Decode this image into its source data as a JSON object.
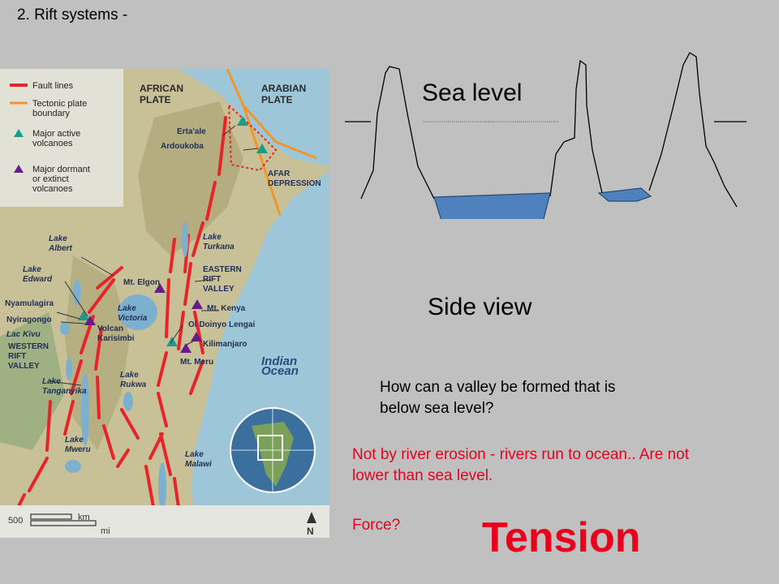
{
  "slide": {
    "title": "2. Rift systems -"
  },
  "map": {
    "legend": [
      {
        "label": "Fault lines",
        "color": "#e8232a",
        "icon": "red-line-swatch"
      },
      {
        "label": "Tectonic plate\nboundary",
        "color": "#f2962b",
        "icon": "orange-line-swatch"
      },
      {
        "label": "Major active\nvolcanoes",
        "color": "#1a9b8b",
        "icon": "teal-triangle-icon"
      },
      {
        "label": "Major dormant\nor extinct\nvolcanoes",
        "color": "#6a1a8a",
        "icon": "purple-triangle-icon"
      }
    ],
    "plates": {
      "african": "AFRICAN\nPLATE",
      "arabian": "ARABIAN\nPLATE"
    },
    "places": {
      "erta_ale": "Erta'ale",
      "ardoukoba": "Ardoukoba",
      "afar": "AFAR\nDEPRESSION",
      "lake_albert": "Lake\nAlbert",
      "lake_turkana": "Lake\nTurkana",
      "lake_edward": "Lake\nEdward",
      "eastern_rift": "EASTERN\nRIFT\nVALLEY",
      "mt_elgon": "Mt. Elgon",
      "nyamulagira": "Nyamulagira",
      "nyiragongo": "Nyiragongo",
      "lac_kivu": "Lac Kivu",
      "lake_victoria": "Lake\nVictoria",
      "volcan_karisimbi": "Volcan\nKarisimbi",
      "mt_kenya": "Mt. Kenya",
      "ol_doinyo": "Ol Doinyo Lengai",
      "kilimanjaro": "Kilimanjaro",
      "mt_meru": "Mt. Meru",
      "western_rift": "WESTERN\nRIFT\nVALLEY",
      "indian_ocean": "Indian\nOcean",
      "lake_tanganyika": "Lake\nTanganyika",
      "lake_rukwa": "Lake\nRukwa",
      "lake_mweru": "Lake\nMweru",
      "lake_malawi": "Lake\nMalawi"
    },
    "scale": {
      "value": "500",
      "km": "km",
      "mi": "mi"
    },
    "north": "N"
  },
  "diagram": {
    "sea_level": "Sea level",
    "side_view": "Side view",
    "water_color": "#4f81bd"
  },
  "text": {
    "question": "How can a valley be formed that is below sea level?",
    "answer": "Not by river erosion - rivers run to ocean.. Are not lower than sea level.",
    "force": "Force?",
    "tension": "Tension"
  },
  "colors": {
    "background": "#c0c0c0",
    "accent_red": "#e8001c"
  }
}
